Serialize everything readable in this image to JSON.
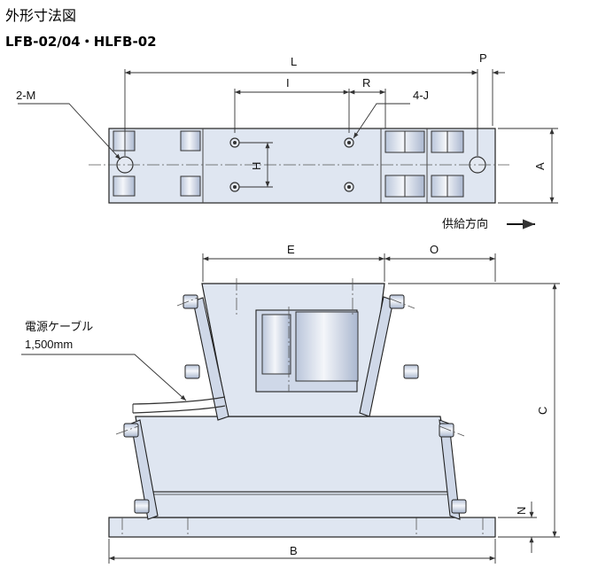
{
  "title": "外形寸法図",
  "subtitle": "LFB-02/04・HLFB-02",
  "dimensions": {
    "L": "L",
    "P": "P",
    "I": "I",
    "R": "R",
    "M": "2-M",
    "J": "4-J",
    "H": "H",
    "A": "A",
    "E": "E",
    "O": "O",
    "C": "C",
    "N": "N",
    "B": "B"
  },
  "feed_direction": "供給方向",
  "cable_label": {
    "line1": "電源ケーブル",
    "line2": "1,500mm"
  }
}
